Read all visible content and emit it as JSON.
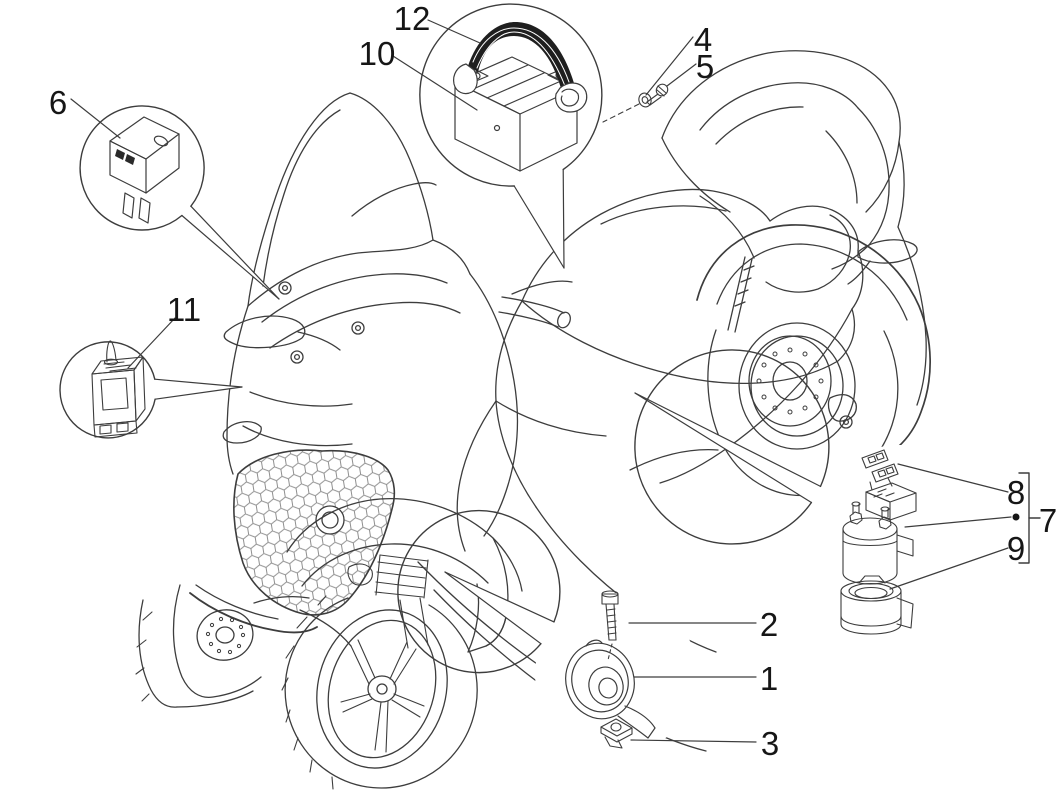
{
  "diagram": {
    "type": "exploded-parts-diagram",
    "background_color": "#ffffff",
    "line_color": "#3d3d3d",
    "label_color": "#161616",
    "strap_color": "#1f1f1f",
    "grille_line_color": "#8f8f8f",
    "bullet": "•",
    "labels": {
      "n1": "1",
      "n2": "2",
      "n3": "3",
      "n4": "4",
      "n5": "5",
      "n6": "6",
      "n7": "7",
      "n8": "8",
      "n9": "9",
      "n10": "10",
      "n11": "11",
      "n12": "12"
    }
  }
}
